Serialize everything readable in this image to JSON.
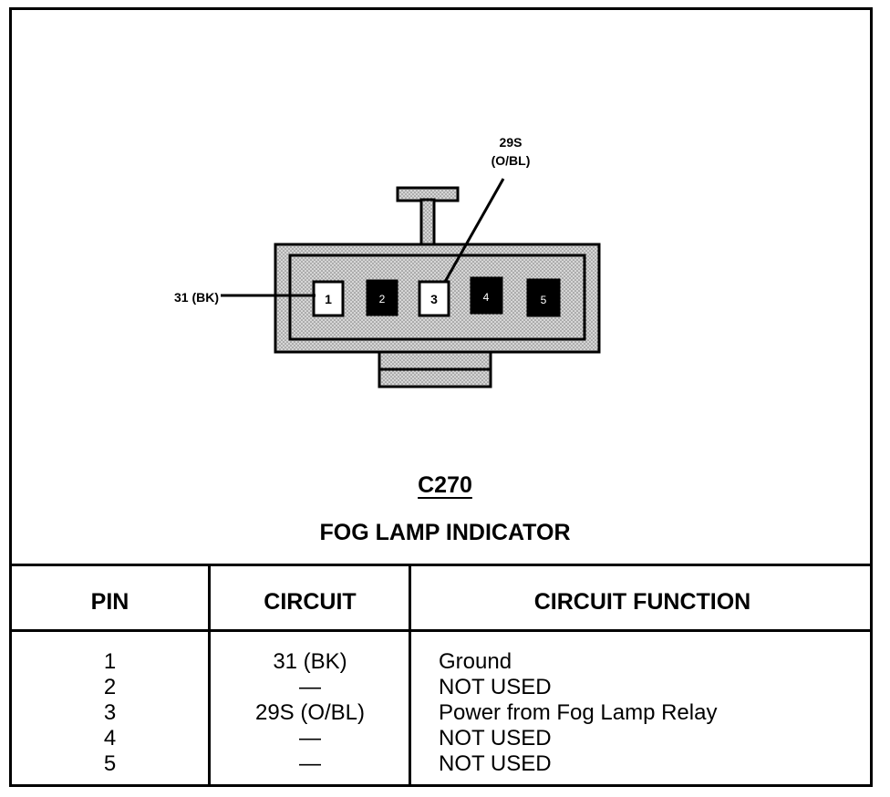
{
  "connector": {
    "id": "C270",
    "name": "FOG LAMP INDICATOR",
    "pins": [
      {
        "number": "1",
        "state": "used"
      },
      {
        "number": "2",
        "state": "unused"
      },
      {
        "number": "3",
        "state": "used"
      },
      {
        "number": "4",
        "state": "unused"
      },
      {
        "number": "5",
        "state": "unused"
      }
    ],
    "callouts": {
      "pin3_line1": "29S",
      "pin3_line2": "(O/BL)",
      "pin1": "31 (BK)"
    }
  },
  "table": {
    "headers": {
      "pin": "PIN",
      "circuit": "CIRCUIT",
      "function": "CIRCUIT FUNCTION"
    },
    "rows": [
      {
        "pin": "1",
        "circuit": "31 (BK)",
        "function": "Ground"
      },
      {
        "pin": "2",
        "circuit": "—",
        "function": "NOT USED"
      },
      {
        "pin": "3",
        "circuit": "29S (O/BL)",
        "function": "Power from Fog Lamp Relay"
      },
      {
        "pin": "4",
        "circuit": "—",
        "function": "NOT USED"
      },
      {
        "pin": "5",
        "circuit": "—",
        "function": "NOT USED"
      }
    ]
  },
  "colors": {
    "ink": "#000000",
    "housing_fill": "#c8c8c8",
    "paper": "#ffffff"
  }
}
